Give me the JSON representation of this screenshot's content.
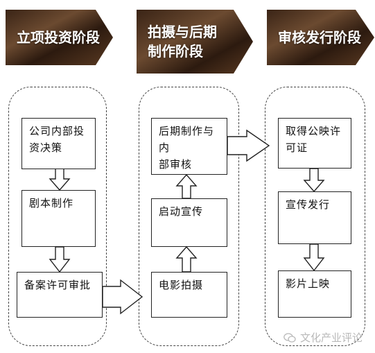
{
  "stages": [
    {
      "title": "立项投资阶段",
      "boxes": [
        "公司内部投\n资决策",
        "剧本制作",
        "备案许可审批"
      ]
    },
    {
      "title": "拍摄与后期\n制作阶段",
      "boxes": [
        "后期制作与内\n部审核",
        "启动宣传",
        "电影拍摄"
      ]
    },
    {
      "title": "审核发行阶段",
      "boxes": [
        "取得公映许\n可证",
        "宣传发行",
        "影片上映"
      ]
    }
  ],
  "watermark": {
    "text": "文化产业评论",
    "icon": "wechat-icon"
  },
  "colors": {
    "banner_dark": "#2a1a10",
    "banner_light": "#8a6a4a",
    "stroke": "#222222"
  }
}
